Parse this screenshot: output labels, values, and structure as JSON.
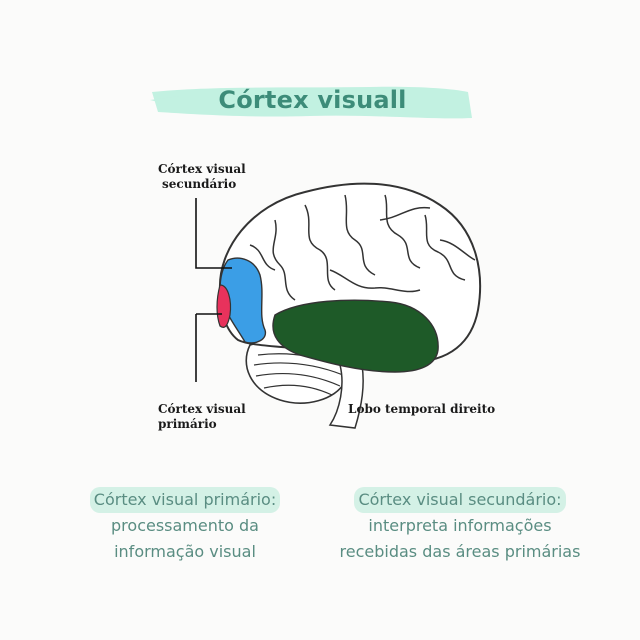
{
  "title": "Córtex visuall",
  "colors": {
    "title_text": "#3d8c79",
    "brush_highlight": "#c2f1e1",
    "secondary_cortex": "#3b9ee6",
    "primary_cortex": "#e8325c",
    "temporal_lobe": "#1e5a28",
    "caption_text": "#5a8d82"
  },
  "diagram": {
    "labels": {
      "secondary_line1": "Córtex visual",
      "secondary_line2": "secundário",
      "primary_line1": "Córtex visual",
      "primary_line2": "primário",
      "temporal": "Lobo temporal direito"
    }
  },
  "captions": {
    "left": {
      "heading": "Córtex visual primário:",
      "line1": "processamento da",
      "line2": "informação visual"
    },
    "right": {
      "heading": "Córtex visual secundário:",
      "line1": "interpreta informações",
      "line2": "recebidas das áreas primárias"
    }
  }
}
